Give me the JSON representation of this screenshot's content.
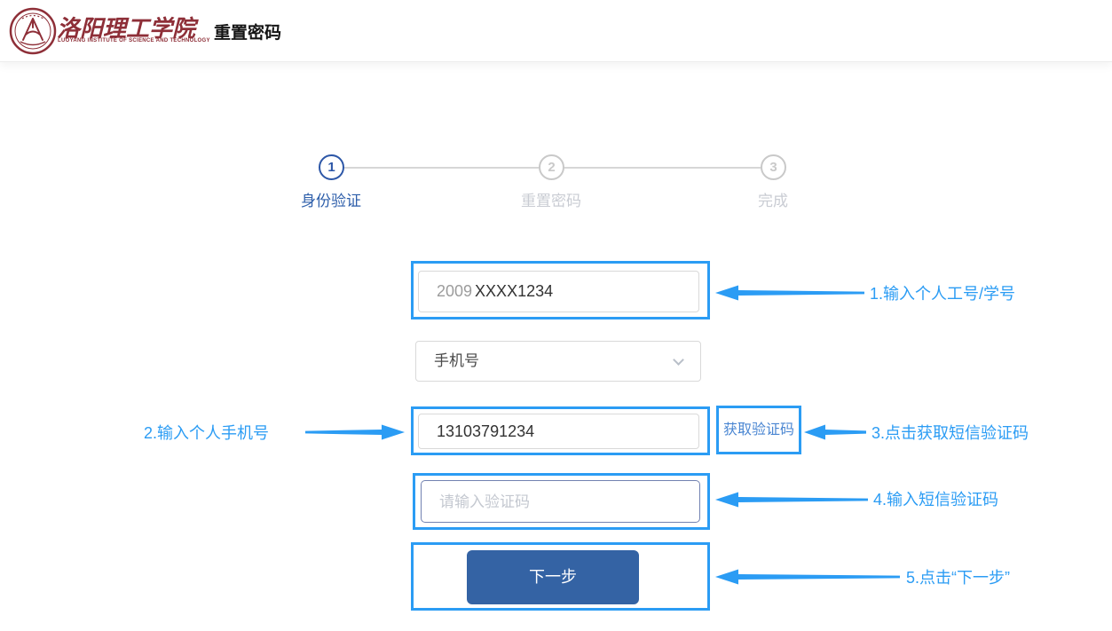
{
  "header": {
    "university_name_zh": "洛阳理工学院",
    "university_name_en": "LUOYANG INSTITUTE OF SCIENCE AND TECHNOLOGY",
    "page_title": "重置密码"
  },
  "steps": {
    "items": [
      {
        "number": "1",
        "label": "身份验证",
        "state": "active"
      },
      {
        "number": "2",
        "label": "重置密码",
        "state": "pending"
      },
      {
        "number": "3",
        "label": "完成",
        "state": "pending"
      }
    ]
  },
  "form": {
    "account_input": {
      "value_prefix": "2009",
      "value_main": "XXXX1234"
    },
    "verify_type_select": {
      "value": "手机号"
    },
    "phone_input": {
      "value": "13103791234"
    },
    "get_code_button": {
      "label": "获取验证码"
    },
    "code_input": {
      "placeholder": "请输入验证码"
    },
    "next_button": {
      "label": "下一步"
    }
  },
  "annotations": [
    {
      "step": "1",
      "text": "1.输入个人工号/学号"
    },
    {
      "step": "2",
      "text": "2.输入个人手机号"
    },
    {
      "step": "3",
      "text": "3.点击获取短信验证码"
    },
    {
      "step": "4",
      "text": "4.输入短信验证码"
    },
    {
      "step": "5",
      "text": "5.点击“下一步”"
    }
  ],
  "colors": {
    "annotation_blue": "#2b9cf4",
    "step_active_blue": "#2d57a7",
    "step_pending_gray": "#c9c9c9",
    "button_blue": "#3463a4",
    "get_code_link_blue": "#4a86d2",
    "seal_red": "#8e2f38"
  }
}
